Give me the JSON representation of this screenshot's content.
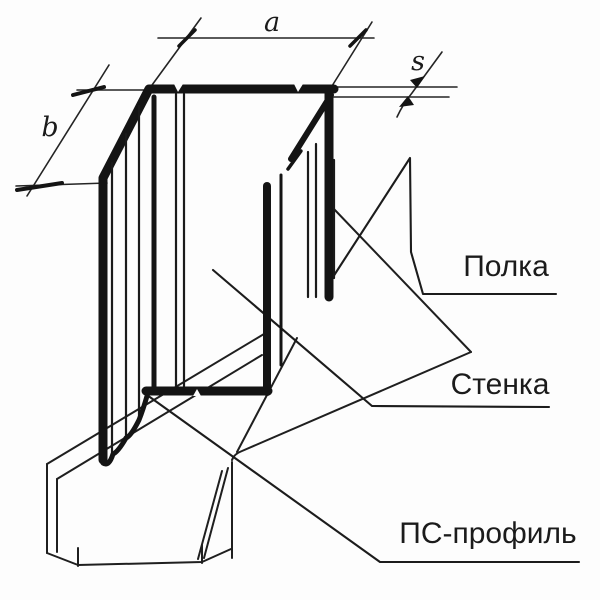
{
  "diagram": {
    "description": "Axonometric line drawing of a PS drywall stud profile with dimension marks and part callouts",
    "colors": {
      "background": "#fdfdfd",
      "line": "#141414"
    },
    "dimensions": {
      "a": "a",
      "b": "b",
      "s": "s"
    },
    "labels": {
      "flange": "Полка",
      "web": "Стенка",
      "profile": "ПС-профиль"
    }
  }
}
